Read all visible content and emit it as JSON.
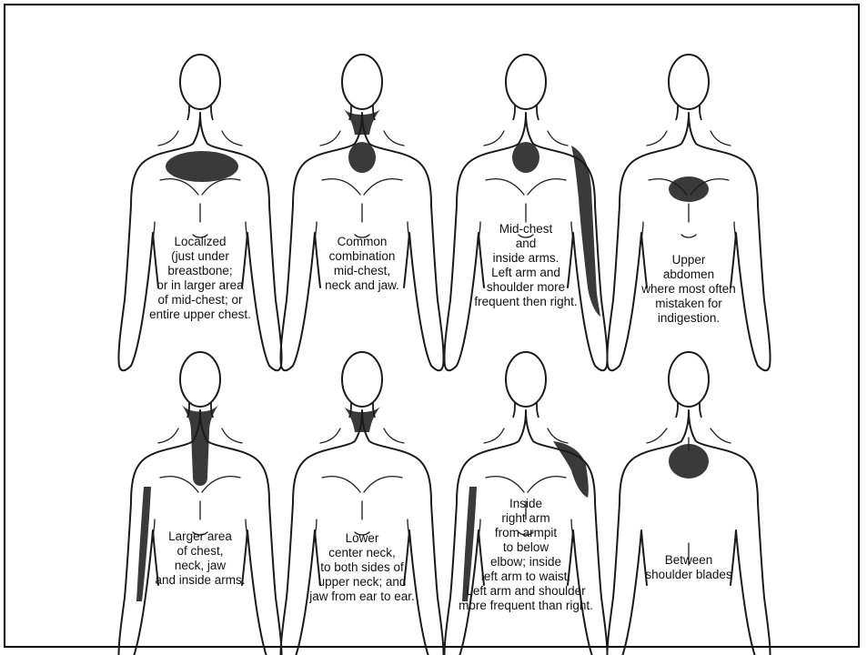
{
  "colors": {
    "ink": "#1a1a1a",
    "shade": "#3a3a3a",
    "frame": "#000000",
    "background": "#ffffff"
  },
  "figures": [
    {
      "id": "localized-chest",
      "view": "front",
      "caption": [
        "Localized",
        "(just under",
        "breastbone;",
        "or in larger area",
        "of mid-chest; or",
        "entire upper chest."
      ],
      "regions": [
        "wide-chest"
      ]
    },
    {
      "id": "chest-neck-jaw",
      "view": "front",
      "caption": [
        "Common",
        "combination",
        "mid-chest,",
        "neck and jaw."
      ],
      "regions": [
        "neck",
        "small-chest"
      ]
    },
    {
      "id": "chest-inside-arms",
      "view": "front",
      "caption": [
        "Mid-chest",
        "and",
        "inside arms.",
        "Left arm and",
        "shoulder more",
        "frequent then right."
      ],
      "regions": [
        "small-chest",
        "left-outer-arm"
      ]
    },
    {
      "id": "upper-abdomen",
      "view": "front",
      "caption": [
        "Upper",
        "abdomen",
        "where most often",
        "mistaken for",
        "indigestion."
      ],
      "regions": [
        "abdomen"
      ]
    },
    {
      "id": "chest-neck-jaw-arms",
      "view": "front",
      "caption": [
        "Larger area",
        "of chest,",
        "neck, jaw",
        "and inside arms."
      ],
      "regions": [
        "neck-column",
        "right-inner-arm"
      ]
    },
    {
      "id": "lower-neck-jaw",
      "view": "front",
      "caption": [
        "Lower",
        "center neck,",
        "to both sides of",
        "upper neck; and",
        "jaw from ear to ear."
      ],
      "regions": [
        "neck"
      ]
    },
    {
      "id": "inside-arms-armpit",
      "view": "front",
      "caption": [
        "Inside",
        "right arm",
        "from armpit",
        "to below",
        "elbow; inside",
        "left arm to waist.",
        "Left arm and shoulder",
        "more frequent than right."
      ],
      "regions": [
        "left-shoulder",
        "right-inner-arm"
      ]
    },
    {
      "id": "between-shoulder-blades",
      "view": "back",
      "caption": [
        "Between",
        "shoulder blades"
      ],
      "regions": [
        "upper-back"
      ]
    }
  ]
}
